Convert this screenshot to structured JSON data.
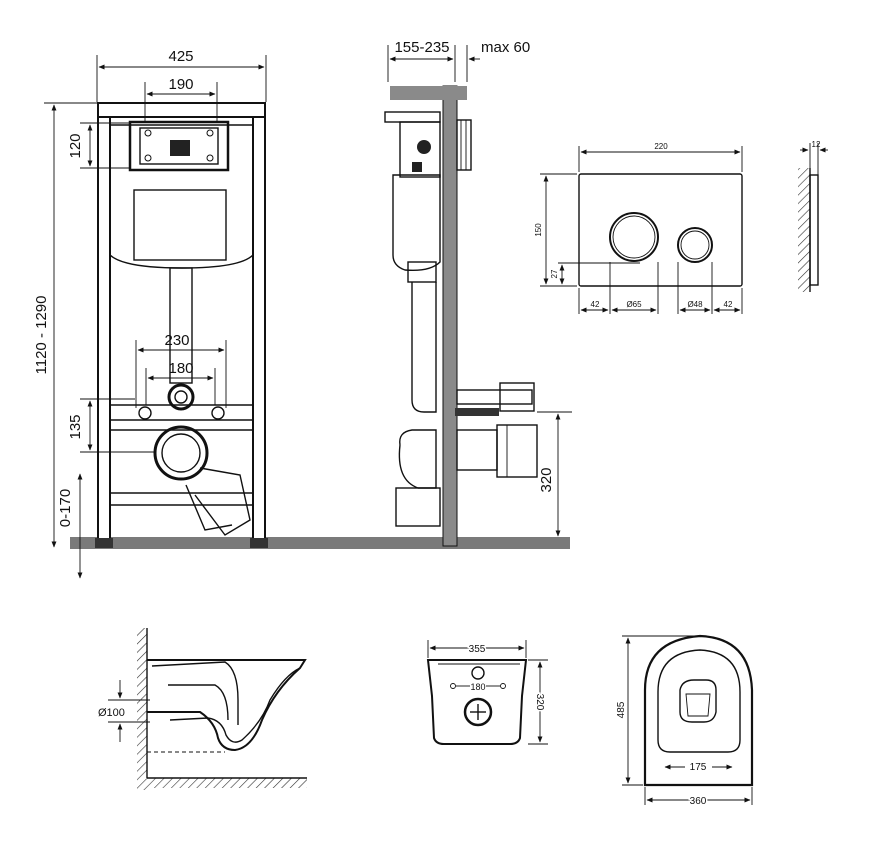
{
  "frame_front": {
    "width_label": "425",
    "bracket_label": "190",
    "top_label": "120",
    "height_label": "1120 - 1290",
    "bolt_outer_label": "230",
    "bolt_inner_label": "180",
    "outlet_label": "135",
    "foot_label": "0-170"
  },
  "frame_side": {
    "depth_label": "155-235",
    "max_label": "max 60",
    "outlet_height_label": "320"
  },
  "flush_plate": {
    "width_label": "220",
    "height_label": "150",
    "offset_label": "27",
    "left_margin_label": "42",
    "big_button_label": "Ø65",
    "small_button_label": "Ø48",
    "right_margin_label": "42",
    "thickness_label": "12"
  },
  "bowl_side": {
    "pipe_label": "Ø100"
  },
  "bowl_back": {
    "width_label": "355",
    "bolt_label": "180",
    "depth_label": "320"
  },
  "bowl_top": {
    "length_label": "485",
    "inner_label": "175",
    "width_label": "360"
  }
}
